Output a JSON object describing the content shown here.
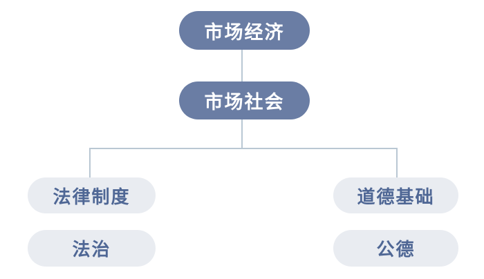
{
  "diagram": {
    "type": "hierarchy-flowchart",
    "background": "#ffffff",
    "colors": {
      "primary_node_bg": "#6a7da4",
      "primary_node_text": "#ffffff",
      "secondary_node_bg": "#e9ecf1",
      "secondary_node_text": "#4f6795",
      "connector": "#b9c7d3"
    },
    "nodes": [
      {
        "id": "market-economy",
        "label": "市场经济",
        "level": "primary"
      },
      {
        "id": "market-society",
        "label": "市场社会",
        "level": "primary"
      },
      {
        "id": "legal-system",
        "label": "法律制度",
        "level": "secondary"
      },
      {
        "id": "rule-of-law",
        "label": "法治",
        "level": "secondary"
      },
      {
        "id": "moral-foundation",
        "label": "道德基础",
        "level": "secondary"
      },
      {
        "id": "public-morality",
        "label": "公德",
        "level": "secondary"
      }
    ],
    "edges": [
      {
        "from": "market-economy",
        "to": "market-society",
        "style": "vertical-line"
      },
      {
        "from": "market-society",
        "to": "legal-system",
        "style": "elbow-line"
      },
      {
        "from": "market-society",
        "to": "moral-foundation",
        "style": "elbow-line"
      }
    ],
    "stacked_pairs": [
      {
        "top": "legal-system",
        "bottom": "rule-of-law",
        "connected": false
      },
      {
        "top": "moral-foundation",
        "bottom": "public-morality",
        "connected": false
      }
    ]
  }
}
